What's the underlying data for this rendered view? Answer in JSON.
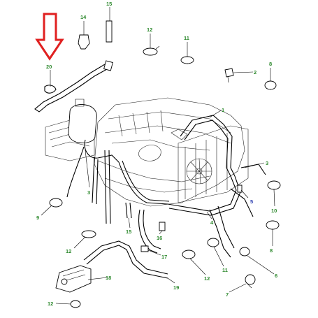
{
  "callouts": [
    {
      "id": "20",
      "text": "20"
    },
    {
      "id": "14",
      "text": "14"
    },
    {
      "id": "15",
      "text": "15"
    },
    {
      "id": "12a",
      "text": "12"
    },
    {
      "id": "11a",
      "text": "11"
    },
    {
      "id": "2",
      "text": "2"
    },
    {
      "id": "8a",
      "text": "8"
    },
    {
      "id": "1",
      "text": "1"
    },
    {
      "id": "3a",
      "text": "3"
    },
    {
      "id": "3b",
      "text": "3"
    },
    {
      "id": "5",
      "text": "5"
    },
    {
      "id": "10",
      "text": "10"
    },
    {
      "id": "9",
      "text": "9"
    },
    {
      "id": "4",
      "text": "4"
    },
    {
      "id": "15b",
      "text": "15"
    },
    {
      "id": "16",
      "text": "16"
    },
    {
      "id": "12b",
      "text": "12"
    },
    {
      "id": "8b",
      "text": "8"
    },
    {
      "id": "17",
      "text": "17"
    },
    {
      "id": "12c",
      "text": "12"
    },
    {
      "id": "11b",
      "text": "11"
    },
    {
      "id": "6",
      "text": "6"
    },
    {
      "id": "18",
      "text": "18"
    },
    {
      "id": "19",
      "text": "19"
    },
    {
      "id": "7",
      "text": "7"
    },
    {
      "id": "12d",
      "text": "12"
    }
  ],
  "colors": {
    "callout_green": "#2f8a2f",
    "callout_blue": "#2d3fb0",
    "arrow_red": "#e02020",
    "line": "#000000"
  }
}
